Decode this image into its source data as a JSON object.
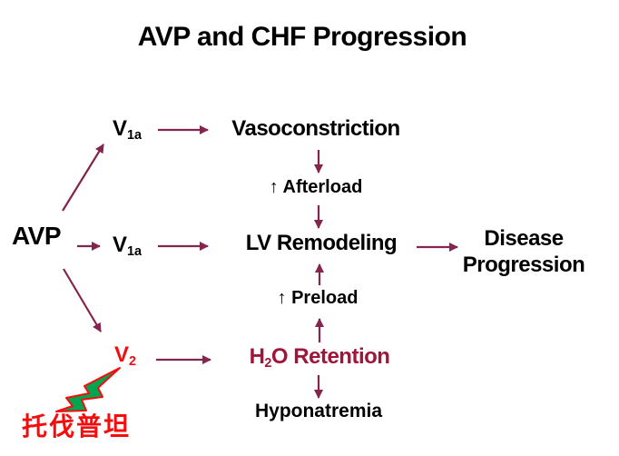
{
  "title": "AVP and CHF Progression",
  "colors": {
    "black": "#000000",
    "arrow": "#84254d",
    "crimson": "#a0153a",
    "red": "#f50d0d",
    "green": "#00a550"
  },
  "nodes": {
    "avp": "AVP",
    "receptor_v1a_top": {
      "base": "V",
      "sub": "1a"
    },
    "receptor_v1a_mid": {
      "base": "V",
      "sub": "1a"
    },
    "receptor_v2": {
      "base": "V",
      "sub": "2"
    },
    "vasoconstriction": "Vasoconstriction",
    "afterload": "↑ Afterload",
    "lv_remodeling": "LV Remodeling",
    "disease_progression_line1": "Disease",
    "disease_progression_line2": "Progression",
    "preload": "↑ Preload",
    "h2o_retention": {
      "h": "H",
      "sub": "2",
      "rest": "O Retention"
    },
    "hyponatremia": "Hyponatremia",
    "drug_annotation": "托伐普坦"
  }
}
